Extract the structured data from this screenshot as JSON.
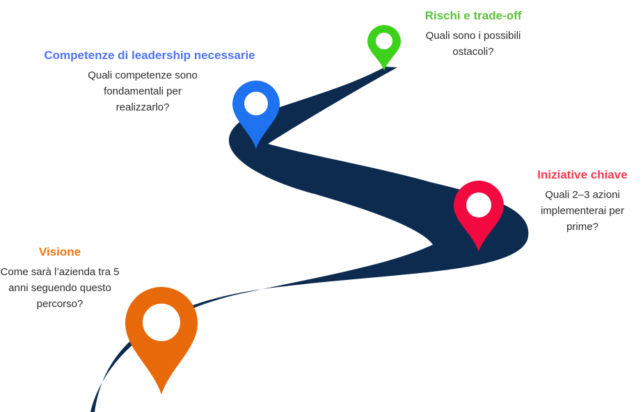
{
  "steps": {
    "rischi": {
      "title": "Rischi e trade-off",
      "desc": "Quali sono i possibili ostacoli?",
      "color": "#5ac23a",
      "pin_color": "#3dd11b"
    },
    "competenze": {
      "title": "Competenze di leadership necessarie",
      "desc": "Quali competenze sono fondamentali per realizzarlo?",
      "color": "#5073f0",
      "pin_color": "#1f73f0"
    },
    "iniziative": {
      "title": "Iniziative chiave",
      "desc": "Quali 2–3 azioni implementerai per prime?",
      "color": "#f0384e",
      "pin_color": "#f2093f"
    },
    "visione": {
      "title": "Visione",
      "desc": "Come sarà l’azienda tra 5 anni seguendo questo percorso?",
      "color": "#ee7410",
      "pin_color": "#e8690a"
    }
  },
  "road_color": "#0d2b4f"
}
